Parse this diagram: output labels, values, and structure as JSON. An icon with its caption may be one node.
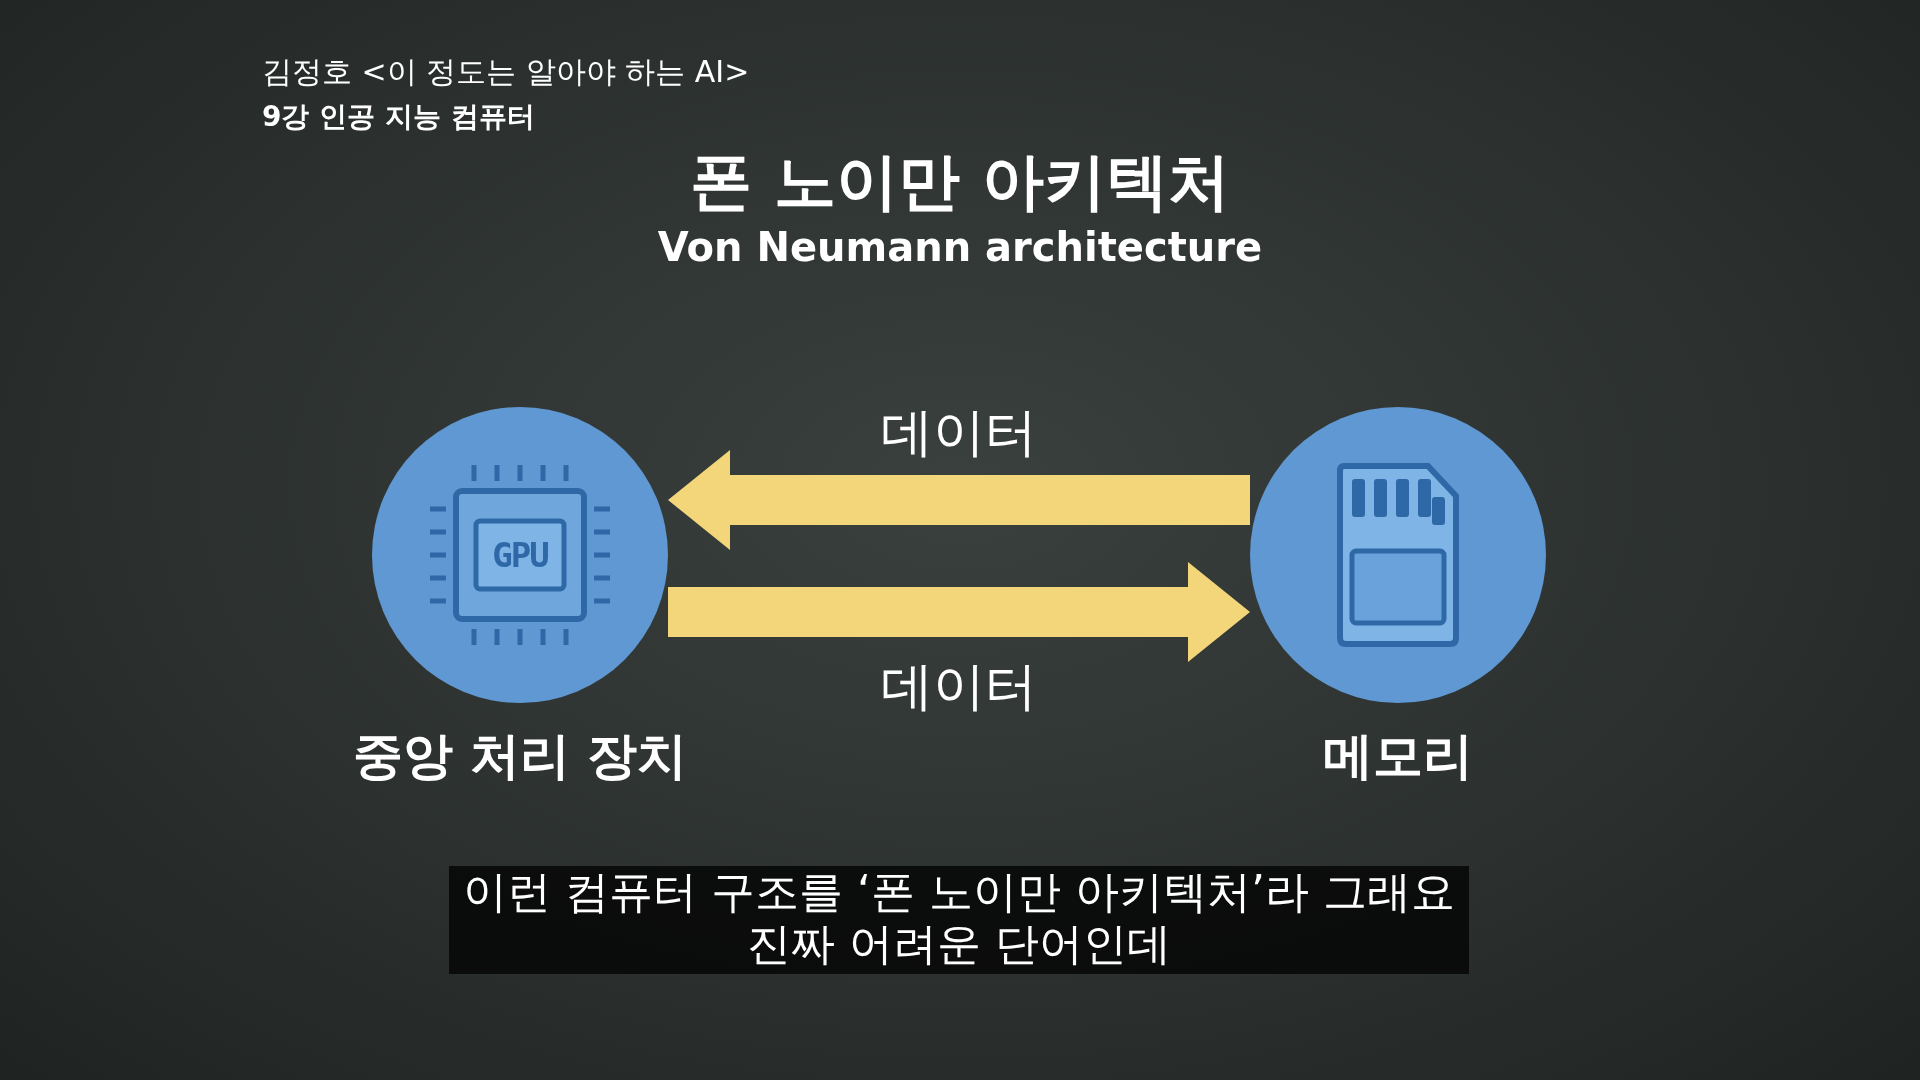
{
  "diagram": {
    "title": "폰 노이만 아키텍처",
    "nodes": [
      {
        "text": [
          "GPU",
          "중앙 처리 장치"
        ]
      },
      {
        "text": [
          "메모리"
        ]
      }
    ],
    "edges": [
      {
        "from": 1,
        "to": 0,
        "arrow": "to",
        "label": "데이터"
      },
      {
        "from": 0,
        "to": 1,
        "arrow": "to",
        "label": "데이터"
      }
    ],
    "labels": [
      "김정호 <이 정도는 알아야 하는 AI>",
      "9강 인공 지능 컴퓨터",
      "Von Neumann architecture",
      "이런 컴퓨터 구조를 ‘폰 노이만 아키텍처’라 그래요",
      "진짜 어려운 단어인데"
    ]
  }
}
